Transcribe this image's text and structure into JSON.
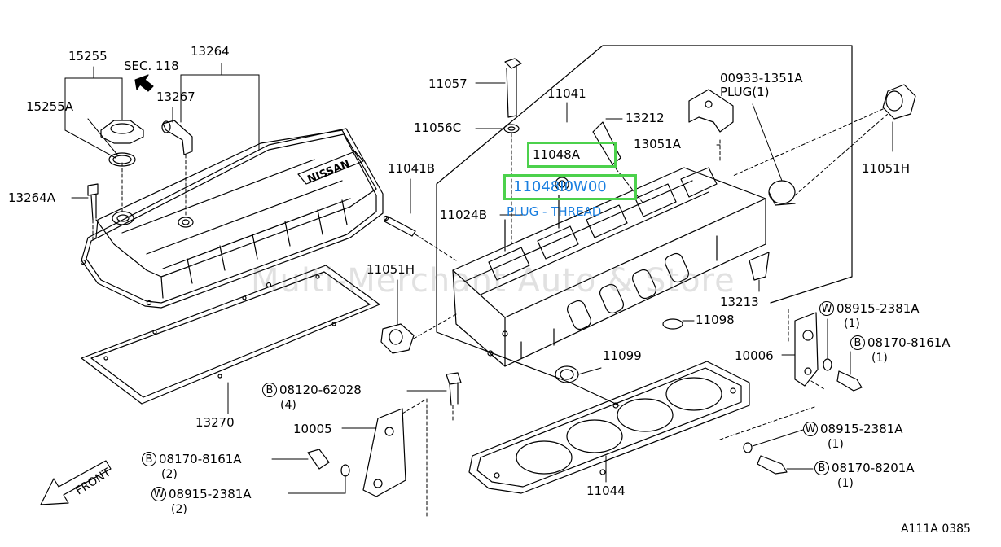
{
  "labels": {
    "p15255": "15255",
    "p15255a": "15255A",
    "sec118": "SEC. 118",
    "p13264": "13264",
    "p13267": "13267",
    "p13264a": "13264A",
    "p11057": "11057",
    "p11041": "11041",
    "p11056c": "11056C",
    "p13212": "13212",
    "p11048a": "11048A",
    "p11041b": "11041B",
    "p11024b": "11024B",
    "p00933": "00933-1351A",
    "plug1": "PLUG(1)",
    "p13051a": "13051A",
    "p11051h_r": "11051H",
    "p11051h_l": "11051H",
    "p13213": "13213",
    "p11098": "11098",
    "p11099": "11099",
    "p10006": "10006",
    "p08915_r1": "08915-2381A",
    "p08915_r1_qty": "(1)",
    "p08170_r1": "08170-8161A",
    "p08170_r1_qty": "(1)",
    "p08120": "08120-62028",
    "p08120_qty": "(4)",
    "p13270": "13270",
    "p10005": "10005",
    "p08170_l": "08170-8161A",
    "p08170_l_qty": "(2)",
    "p08915_l": "08915-2381A",
    "p08915_l_qty": "(2)",
    "p11044": "11044",
    "p08915_r2": "08915-2381A",
    "p08915_r2_qty": "(1)",
    "p08170_r2": "08170-8201A",
    "p08170_r2_qty": "(1)",
    "front": "FRONT",
    "diagram_code": "A111A 0385",
    "prefix_b": "B",
    "prefix_w": "W"
  },
  "highlight": {
    "part_number": "11048I0W00",
    "description": "PLUG - THREAD"
  },
  "watermark": "Multi-Merchant Auto & Store",
  "colors": {
    "highlight_border": "#4cd14c",
    "highlight_text": "#1a7fe0"
  }
}
